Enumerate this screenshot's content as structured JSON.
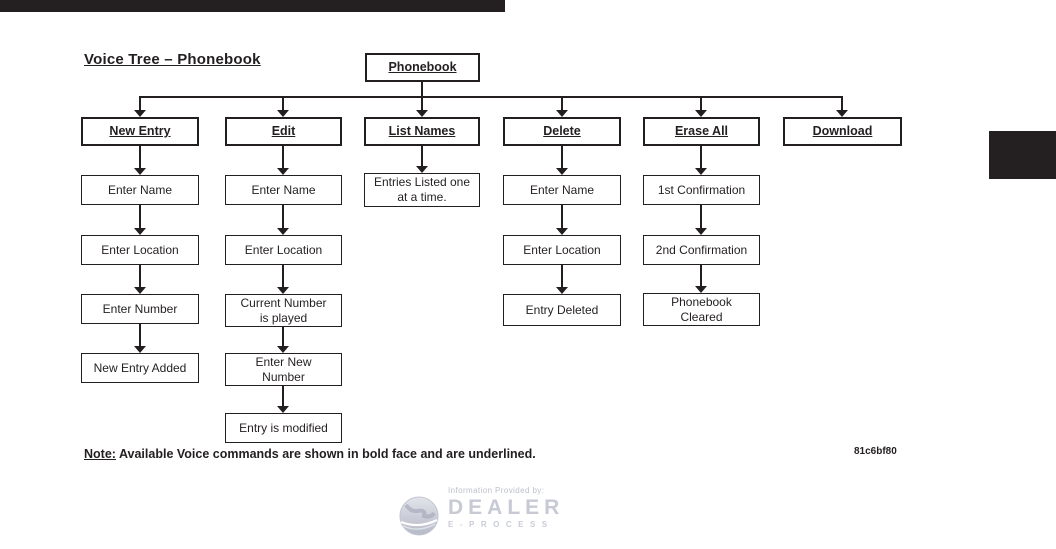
{
  "page": {
    "title": "Voice Tree – Phonebook",
    "note_label": "Note:",
    "note_body": "Available Voice commands are shown in bold face and are underlined.",
    "figure_code": "81c6bf80"
  },
  "tree": {
    "root": "Phonebook",
    "columns": [
      {
        "header": "New Entry",
        "children": [
          "Enter Name",
          "Enter Location",
          "Enter Number",
          "New Entry Added"
        ]
      },
      {
        "header": "Edit",
        "children": [
          "Enter Name",
          "Enter Location",
          "Current Number\nis played",
          "Enter New\nNumber",
          "Entry is modified"
        ]
      },
      {
        "header": "List Names",
        "children": [
          "Entries Listed one\nat a time."
        ]
      },
      {
        "header": "Delete",
        "children": [
          "Enter Name",
          "Enter Location",
          "Entry Deleted"
        ]
      },
      {
        "header": "Erase All",
        "children": [
          "1st Confirmation",
          "2nd Confirmation",
          "Phonebook\nCleared"
        ]
      },
      {
        "header": "Download",
        "children": []
      }
    ]
  },
  "watermark": {
    "provided_by": "Information Provided by:",
    "brand": "DEALER",
    "brand_sub": "E-PROCESS",
    "color": "#c7cad5"
  }
}
